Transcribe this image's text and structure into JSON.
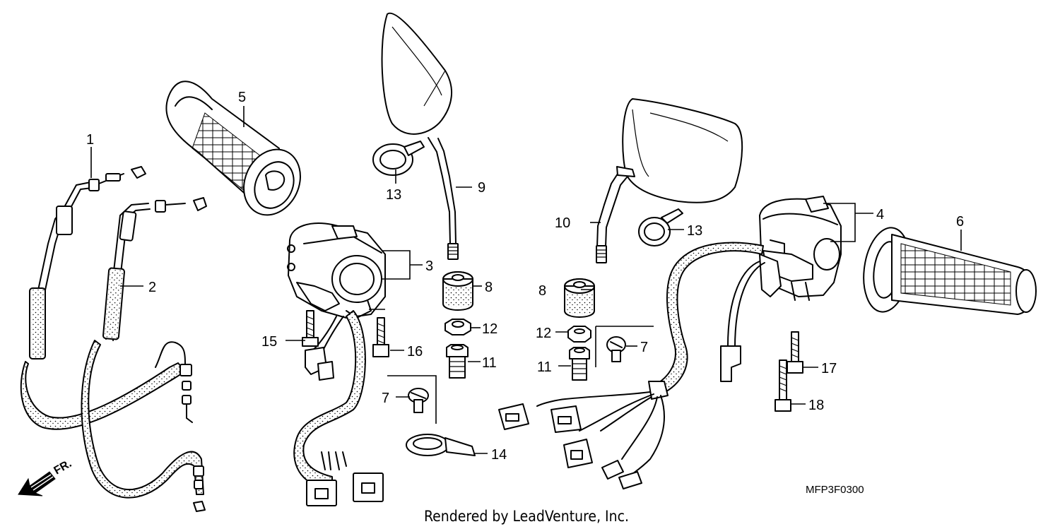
{
  "callouts": {
    "c1": "1",
    "c2": "2",
    "c3": "3",
    "c4": "4",
    "c5": "5",
    "c6": "6",
    "c7a": "7",
    "c7b": "7",
    "c8a": "8",
    "c8b": "8",
    "c9": "9",
    "c10": "10",
    "c11a": "11",
    "c11b": "11",
    "c12a": "12",
    "c12b": "12",
    "c13a": "13",
    "c13b": "13",
    "c14": "14",
    "c15": "15",
    "c16": "16",
    "c17": "17",
    "c18": "18"
  },
  "direction_label": "FR.",
  "diagram_code": "MFP3F0300",
  "credit": "Rendered by LeadVenture, Inc."
}
